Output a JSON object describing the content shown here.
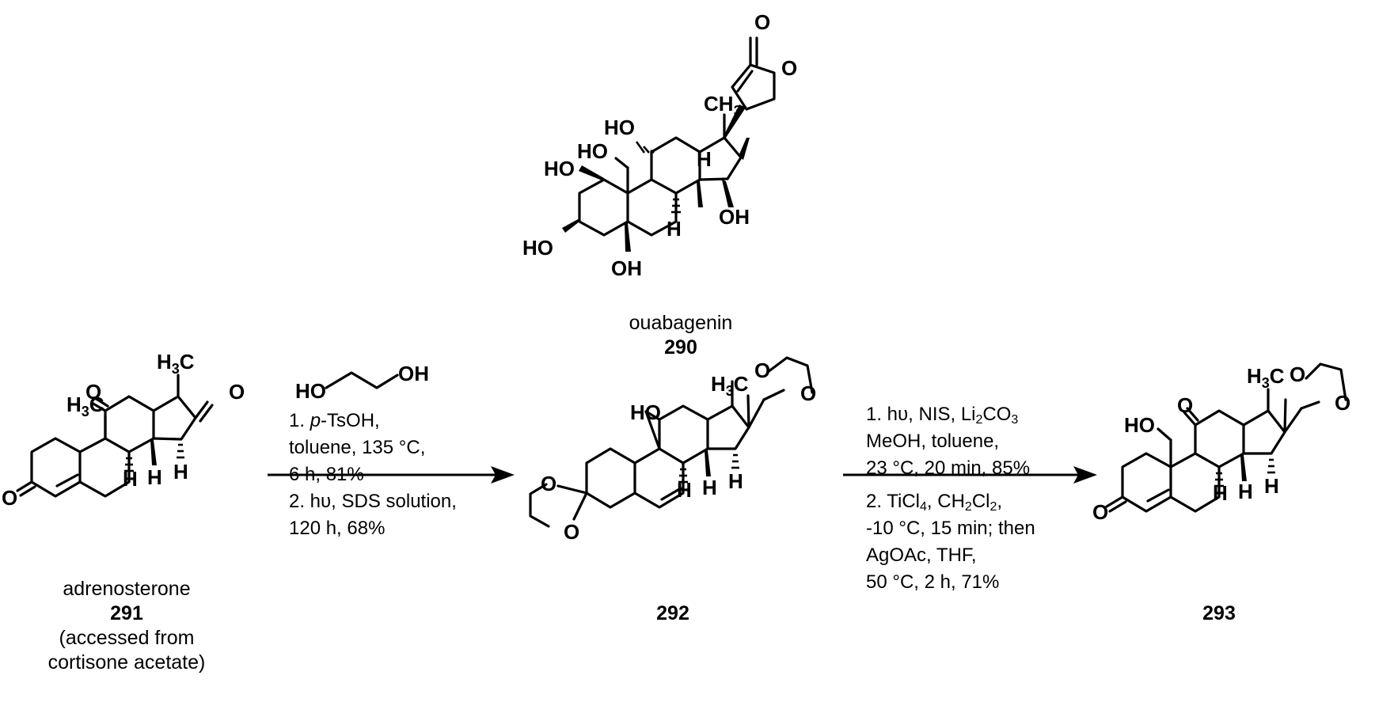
{
  "compounds": {
    "c290": {
      "name": "ouabagenin",
      "number": "290"
    },
    "c291": {
      "name": "adrenosterone",
      "number": "291",
      "note_line1": "(accessed from",
      "note_line2": "cortisone acetate)"
    },
    "c292": {
      "number": "292"
    },
    "c293": {
      "number": "293"
    }
  },
  "atoms": {
    "O": "O",
    "HO": "HO",
    "OH": "OH",
    "H": "H",
    "C": "C",
    "CH": "CH",
    "H3C_H": "H",
    "sub3": "3"
  },
  "step1": {
    "reagent_label_left": "HO",
    "reagent_label_right": "OH",
    "line1_num": "1. ",
    "line1_it": "p",
    "line1_rest": "-TsOH,",
    "line2": "toluene, 135 °C,",
    "line3": "6 h, 81%",
    "line4": "2. hυ, SDS solution,",
    "line5": "120 h, 68%"
  },
  "step2": {
    "line1_a": "1. hυ, NIS, Li",
    "line1_sub": "2",
    "line1_b": "CO",
    "line1_sub2": "3",
    "line2": "MeOH, toluene,",
    "line3": "23 °C, 20 min, 85%",
    "line4_a": "2. TiCl",
    "line4_sub": "4",
    "line4_b": ", CH",
    "line4_sub2": "2",
    "line4_c": "Cl",
    "line4_sub3": "2",
    "line4_d": ",",
    "line5": "-10 °C, 15 min; then",
    "line6": "AgOAc, THF,",
    "line7": "50 °C, 2 h, 71%"
  }
}
